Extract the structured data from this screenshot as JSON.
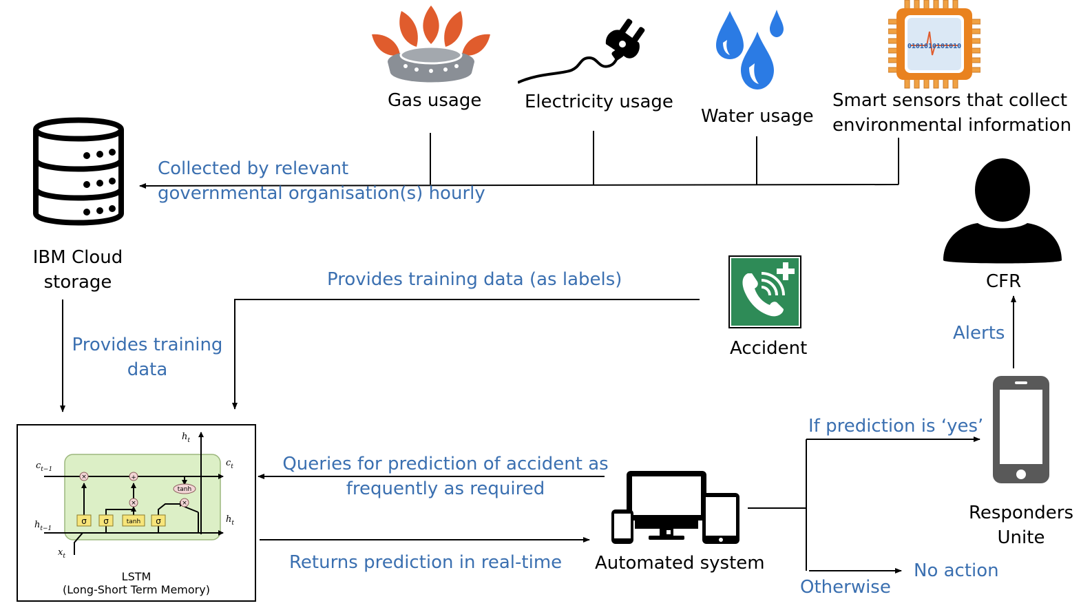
{
  "colors": {
    "edge_label": "#3a6fb0",
    "line": "#000000",
    "gas_flame": "#e05c2d",
    "gas_base": "#8a8f96",
    "water": "#2b7be4",
    "accident_bg": "#2e8b57",
    "lstm_cell": "#dcefc6",
    "lstm_gate": "#f7e57a"
  },
  "nodes": {
    "gas": "Gas usage",
    "electricity": "Electricity usage",
    "water": "Water usage",
    "sensors_line1": "Smart sensors that collect",
    "sensors_line2": "environmental information",
    "sensors_chip_text": "0101010101010",
    "cloud_line1": "IBM Cloud",
    "cloud_line2": "storage",
    "cfr": "CFR",
    "accident": "Accident",
    "automated": "Automated system",
    "responders_line1": "Responders",
    "responders_line2": "Unite",
    "no_action": "No action"
  },
  "edges": {
    "collected_line1": "Collected by relevant",
    "collected_line2": "governmental organisation(s) hourly",
    "training_labels": "Provides training data (as labels)",
    "training_line1": "Provides training",
    "training_line2": "data",
    "alerts": "Alerts",
    "queries_line1": "Queries for prediction of accident as",
    "queries_line2": "frequently as required",
    "returns": "Returns prediction in real-time",
    "if_yes": "If prediction is ‘yes’",
    "otherwise": "Otherwise"
  },
  "lstm": {
    "title": "LSTM",
    "subtitle": "(Long-Short Term Memory)",
    "c_prev": "c",
    "c_prev_sub": "t−1",
    "h_prev": "h",
    "h_prev_sub": "t−1",
    "x_in": "x",
    "x_in_sub": "t",
    "c_out": "c",
    "c_out_sub": "t",
    "h_out": "h",
    "h_out_sub": "t",
    "h_top": "h",
    "h_top_sub": "t",
    "gate_sigma": "σ",
    "gate_tanh": "tanh",
    "op_mult": "×",
    "op_add": "+"
  }
}
